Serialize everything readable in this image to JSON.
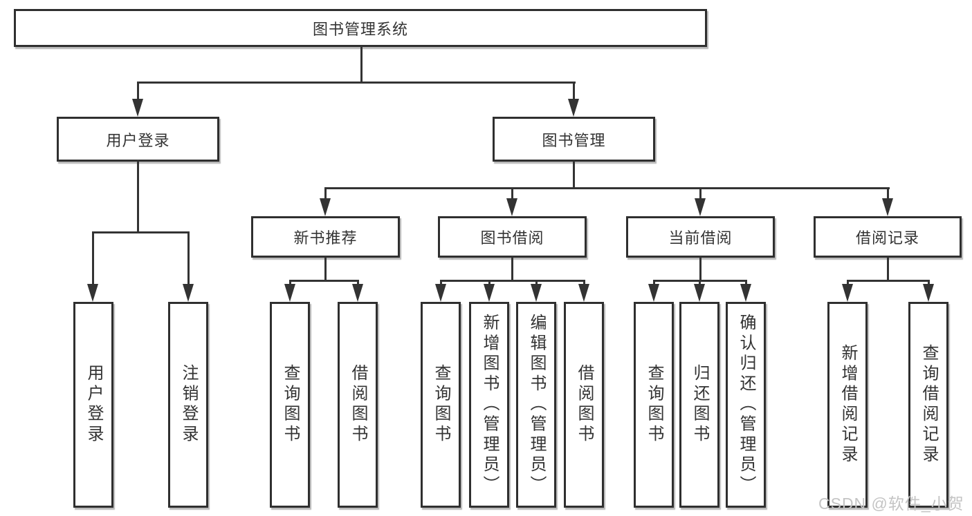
{
  "diagram": {
    "root": "图书管理系统",
    "level2": {
      "user_login": "用户登录",
      "book_management": "图书管理"
    },
    "level3": {
      "new_book_recommendation": "新书推荐",
      "book_borrowing": "图书借阅",
      "current_borrowing": "当前借阅",
      "borrowing_records": "借阅记录"
    },
    "leaves": {
      "user_login": [
        "用户登录",
        "注销登录"
      ],
      "new_book_recommendation": [
        "查询图书",
        "借阅图书"
      ],
      "book_borrowing": [
        "查询图书",
        "新增图书（管理员）",
        "编辑图书（管理员）",
        "借阅图书"
      ],
      "current_borrowing": [
        "查询图书",
        "归还图书",
        "确认归还（管理员）"
      ],
      "borrowing_records": [
        "新增借阅记录",
        "查询借阅记录"
      ]
    },
    "watermark": "CSDN @软件_小贺同学",
    "colors": {
      "line": "#333333",
      "box_border": "#2f2f2f",
      "text": "#333333",
      "watermark": "#c4c4c4",
      "background": "#ffffff"
    }
  }
}
